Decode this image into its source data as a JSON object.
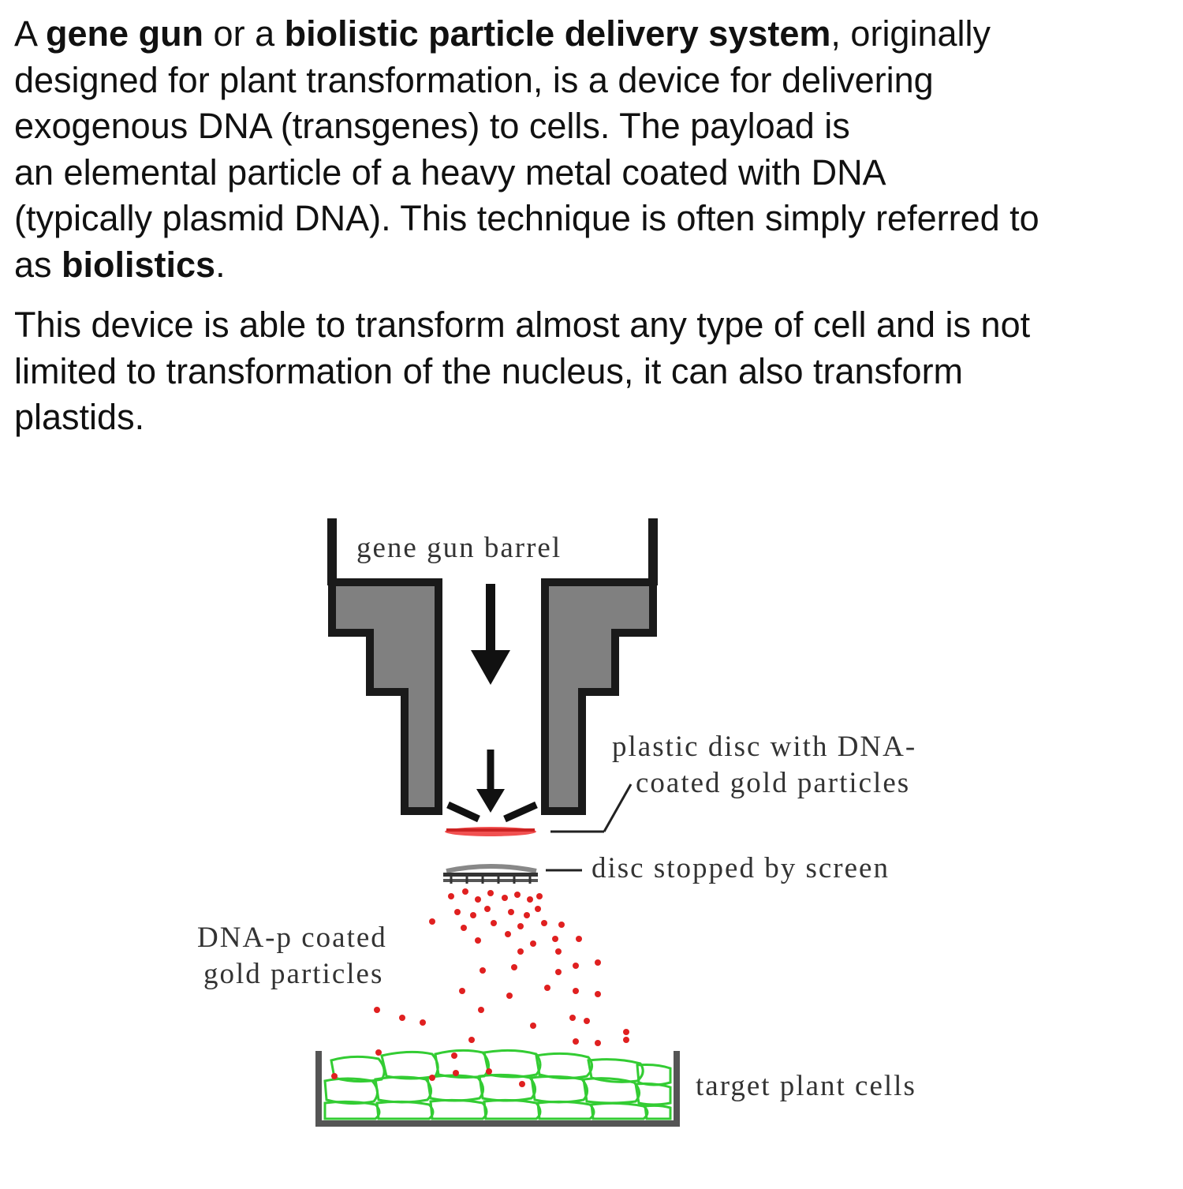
{
  "paragraph1": {
    "t1": "A ",
    "b1": "gene gun",
    "t2": " or a ",
    "b2": "biolistic particle delivery system",
    "t3": ", originally",
    "line2": "designed for plant transformation, is a device for delivering",
    "line3": "exogenous DNA (transgenes) to cells. The payload is",
    "line4": "an elemental particle of a heavy metal coated with DNA",
    "line5": "(typically plasmid DNA). This technique is often simply referred to",
    "t4": "as ",
    "b3": "biolistics",
    "t5": "."
  },
  "paragraph2": {
    "line1": "This device is able to transform almost any type of cell and is not",
    "line2": "limited to transformation of the nucleus, it can also transform",
    "line3": "plastids."
  },
  "diagram": {
    "barrel_label": "gene gun barrel",
    "disc_label_line1": "plastic disc with DNA-",
    "disc_label_line2": "coated gold particles",
    "screen_label": "disc stopped by screen",
    "particles_label_line1": "DNA-p coated",
    "particles_label_line2": "gold particles",
    "cells_label": "target plant cells",
    "colors": {
      "barrel_fill": "#808080",
      "outline": "#1a1a1a",
      "particles": "#e02020",
      "cells": "#33cc33",
      "dish": "#555555"
    }
  }
}
